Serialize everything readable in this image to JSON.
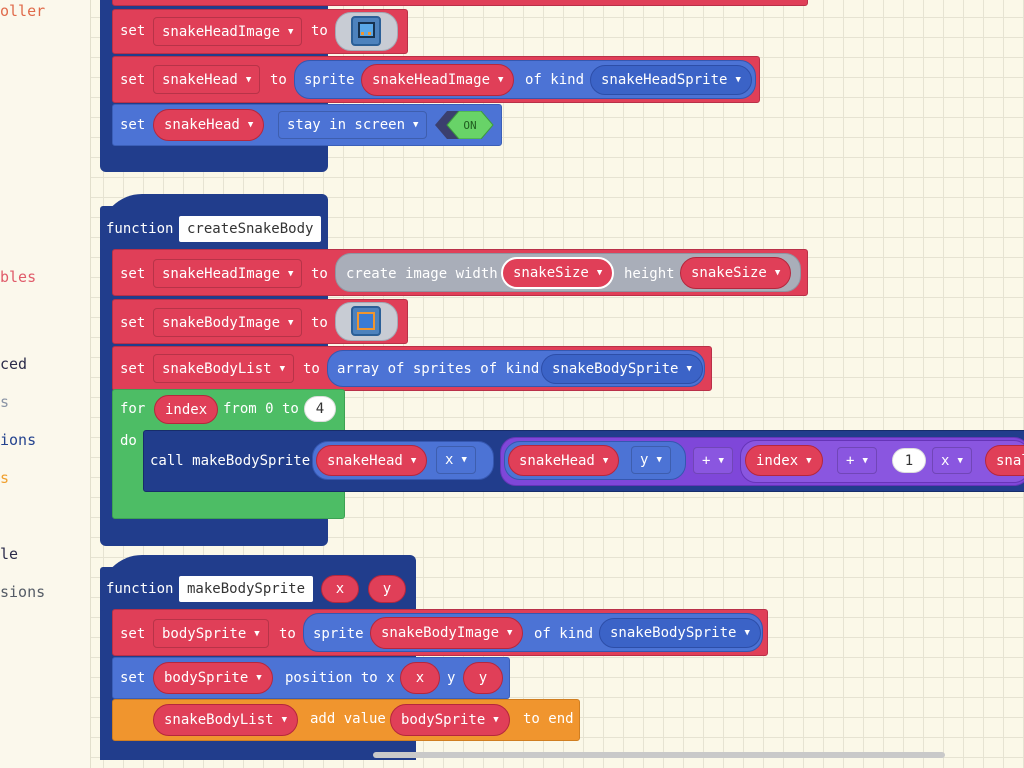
{
  "toolbox": {
    "items": [
      {
        "label": "oller",
        "color": "#e06a4a"
      },
      {
        "label": "bles",
        "color": "#e05b6a"
      },
      {
        "label": "ced",
        "color": "#2b2b4a"
      },
      {
        "label": "s",
        "color": "#8a94a6"
      },
      {
        "label": "ions",
        "color": "#24438f"
      },
      {
        "label": "s",
        "color": "#f0a02e"
      },
      {
        "label": "le",
        "color": "#2b2b4a"
      },
      {
        "label": "sions",
        "color": "#555c66"
      }
    ]
  },
  "blocks": {
    "on_start": {
      "set1": {
        "kw": "set",
        "var": "snakeHeadImage",
        "to": "to"
      },
      "set2": {
        "kw": "set",
        "var": "snakeHead",
        "to": "to",
        "sprite": "sprite",
        "img_var": "snakeHeadImage",
        "of_kind": "of kind",
        "kind": "snakeHeadSprite"
      },
      "set3": {
        "kw": "set",
        "var": "snakeHead",
        "prop": "stay in screen",
        "toggle": "ON"
      }
    },
    "create_snake_body": {
      "function_kw": "function",
      "name": "createSnakeBody",
      "set1": {
        "kw": "set",
        "var": "snakeHeadImage",
        "to": "to",
        "create": "create image width",
        "w": "snakeSize",
        "height": "height",
        "h": "snakeSize"
      },
      "set2": {
        "kw": "set",
        "var": "snakeBodyImage",
        "to": "to"
      },
      "set3": {
        "kw": "set",
        "var": "snakeBodyList",
        "to": "to",
        "array": "array of sprites of kind",
        "kind": "snakeBodySprite"
      },
      "for": {
        "kw": "for",
        "var": "index",
        "from": "from 0 to",
        "limit": "4",
        "do": "do"
      },
      "call": {
        "kw": "call makeBodySprite",
        "a1": "snakeHead",
        "a1p": "x",
        "a2": "snakeHead",
        "a2p": "y",
        "op1": "+",
        "a3": "index",
        "op2": "+",
        "num": "1",
        "op3": "x",
        "tail": "snal"
      }
    },
    "make_body_sprite": {
      "function_kw": "function",
      "name": "makeBodySprite",
      "param_x": "x",
      "param_y": "y",
      "set1": {
        "kw": "set",
        "var": "bodySprite",
        "to": "to",
        "sprite": "sprite",
        "img_var": "snakeBodyImage",
        "of_kind": "of kind",
        "kind": "snakeBodySprite"
      },
      "set2": {
        "kw": "set",
        "var": "bodySprite",
        "pos": "position to x",
        "x": "x",
        "y_lbl": "y",
        "y": "y"
      },
      "add": {
        "var": "snakeBodyList",
        "add": "add value",
        "val": "bodySprite",
        "end": "to end"
      }
    }
  },
  "colors": {
    "variables": "#e03f58",
    "sprites": "#4c73d5",
    "functions": "#213d8c",
    "loops": "#4dbd65",
    "arrays": "#f0952e",
    "math": "#7f47d9"
  }
}
